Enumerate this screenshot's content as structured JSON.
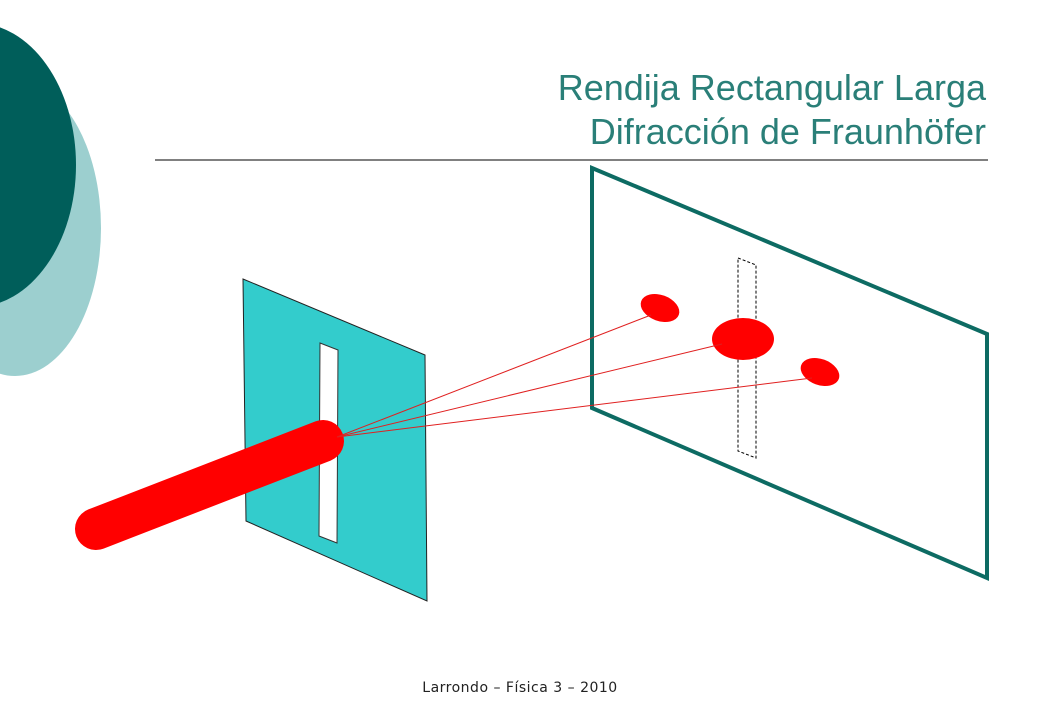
{
  "slide": {
    "title_line1": "Rendija Rectangular Larga",
    "title_line2": "Difracción de Fraunhöfer",
    "footer": "Larrondo – Física 3 – 2010"
  },
  "colors": {
    "title": "#2a7f78",
    "circle_dark": "#005e5a",
    "circle_light": "#9ccfcf",
    "plate": "#33cccc",
    "screen_border": "#0d6b63",
    "beam": "#ff0000",
    "ray": "#e02020",
    "rule": "#000000"
  }
}
